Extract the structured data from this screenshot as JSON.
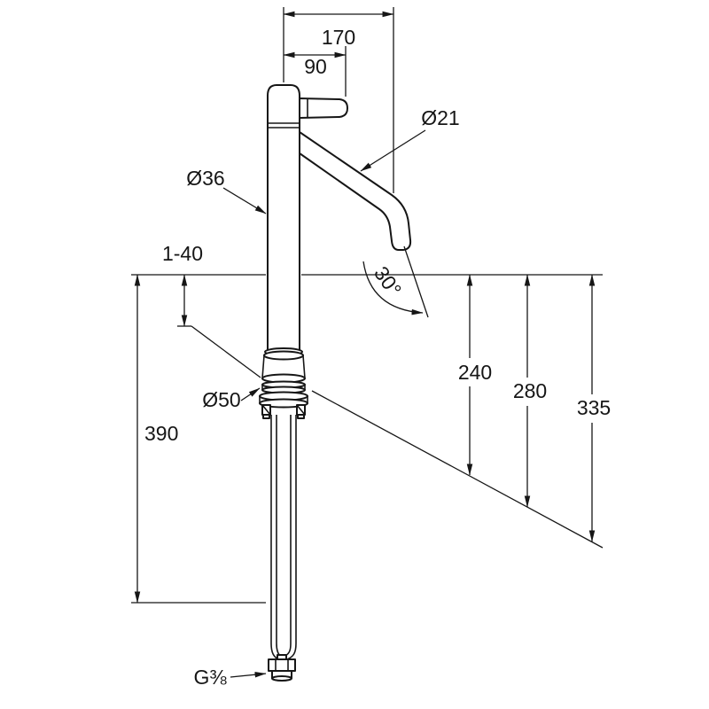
{
  "drawing": {
    "title": "faucet-dimension-drawing",
    "colors": {
      "line": "#161616",
      "background": "#ffffff"
    },
    "labels": {
      "projection": "170",
      "lever_length": "90",
      "spout_diameter": "Ø21",
      "body_diameter": "Ø36",
      "clamping_range": "1-40",
      "under_counter_length": "390",
      "base_diameter": "Ø50",
      "outlet_height": "240",
      "middle_height": "280",
      "total_height": "335",
      "spout_angle": "30°",
      "connection_thread": "G⅜"
    }
  }
}
